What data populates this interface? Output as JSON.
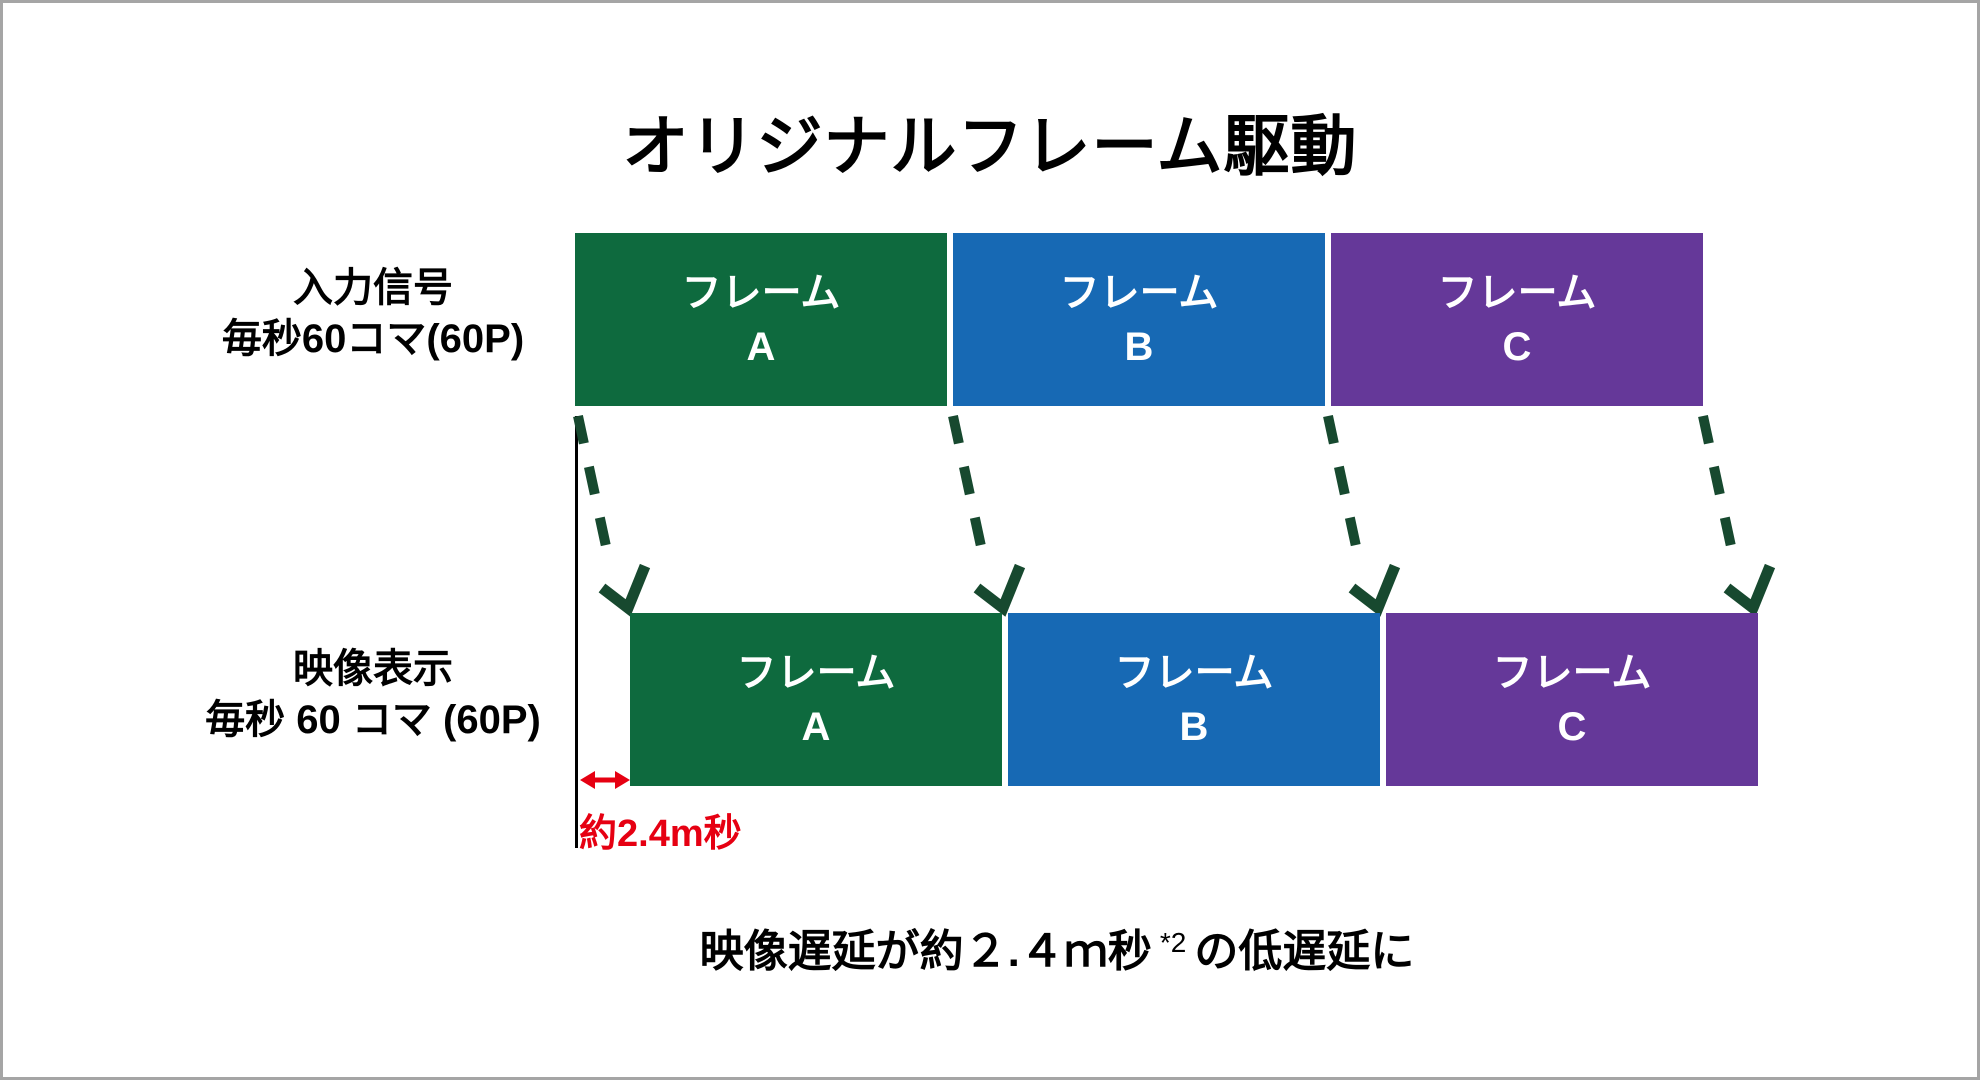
{
  "figure": {
    "title": "オリジナルフレーム駆動"
  },
  "colors": {
    "frame_green": "#0e6a3e",
    "frame_blue": "#1769b4",
    "frame_purple": "#653899",
    "flow_arrow_green": "#17492f",
    "delay_red": "#e60012",
    "text_black": "#000000",
    "frame_text_white": "#ffffff",
    "border_gray": "#a5a5a5"
  },
  "input_row": {
    "label_line1": "入力信号",
    "label_line2": "毎秒60コマ(60P)",
    "frames": [
      {
        "line1": "フレーム",
        "line2": "A",
        "color": "#0e6a3e"
      },
      {
        "line1": "フレーム",
        "line2": "B",
        "color": "#1769b4"
      },
      {
        "line1": "フレーム",
        "line2": "C",
        "color": "#653899"
      }
    ]
  },
  "display_row": {
    "label_line1": "映像表示",
    "label_line2": "毎秒 60 コマ (60P)",
    "frames": [
      {
        "line1": "フレーム",
        "line2": "A",
        "color": "#0e6a3e"
      },
      {
        "line1": "フレーム",
        "line2": "B",
        "color": "#1769b4"
      },
      {
        "line1": "フレーム",
        "line2": "C",
        "color": "#653899"
      }
    ]
  },
  "flow_arrows": {
    "count": 4,
    "style": "dashed"
  },
  "delay": {
    "label": "約2.4m秒"
  },
  "caption": {
    "text_before_sup": "映像遅延が約２.４ｍ秒",
    "superscript": "*2",
    "text_after_sup": "の低遅延に"
  }
}
